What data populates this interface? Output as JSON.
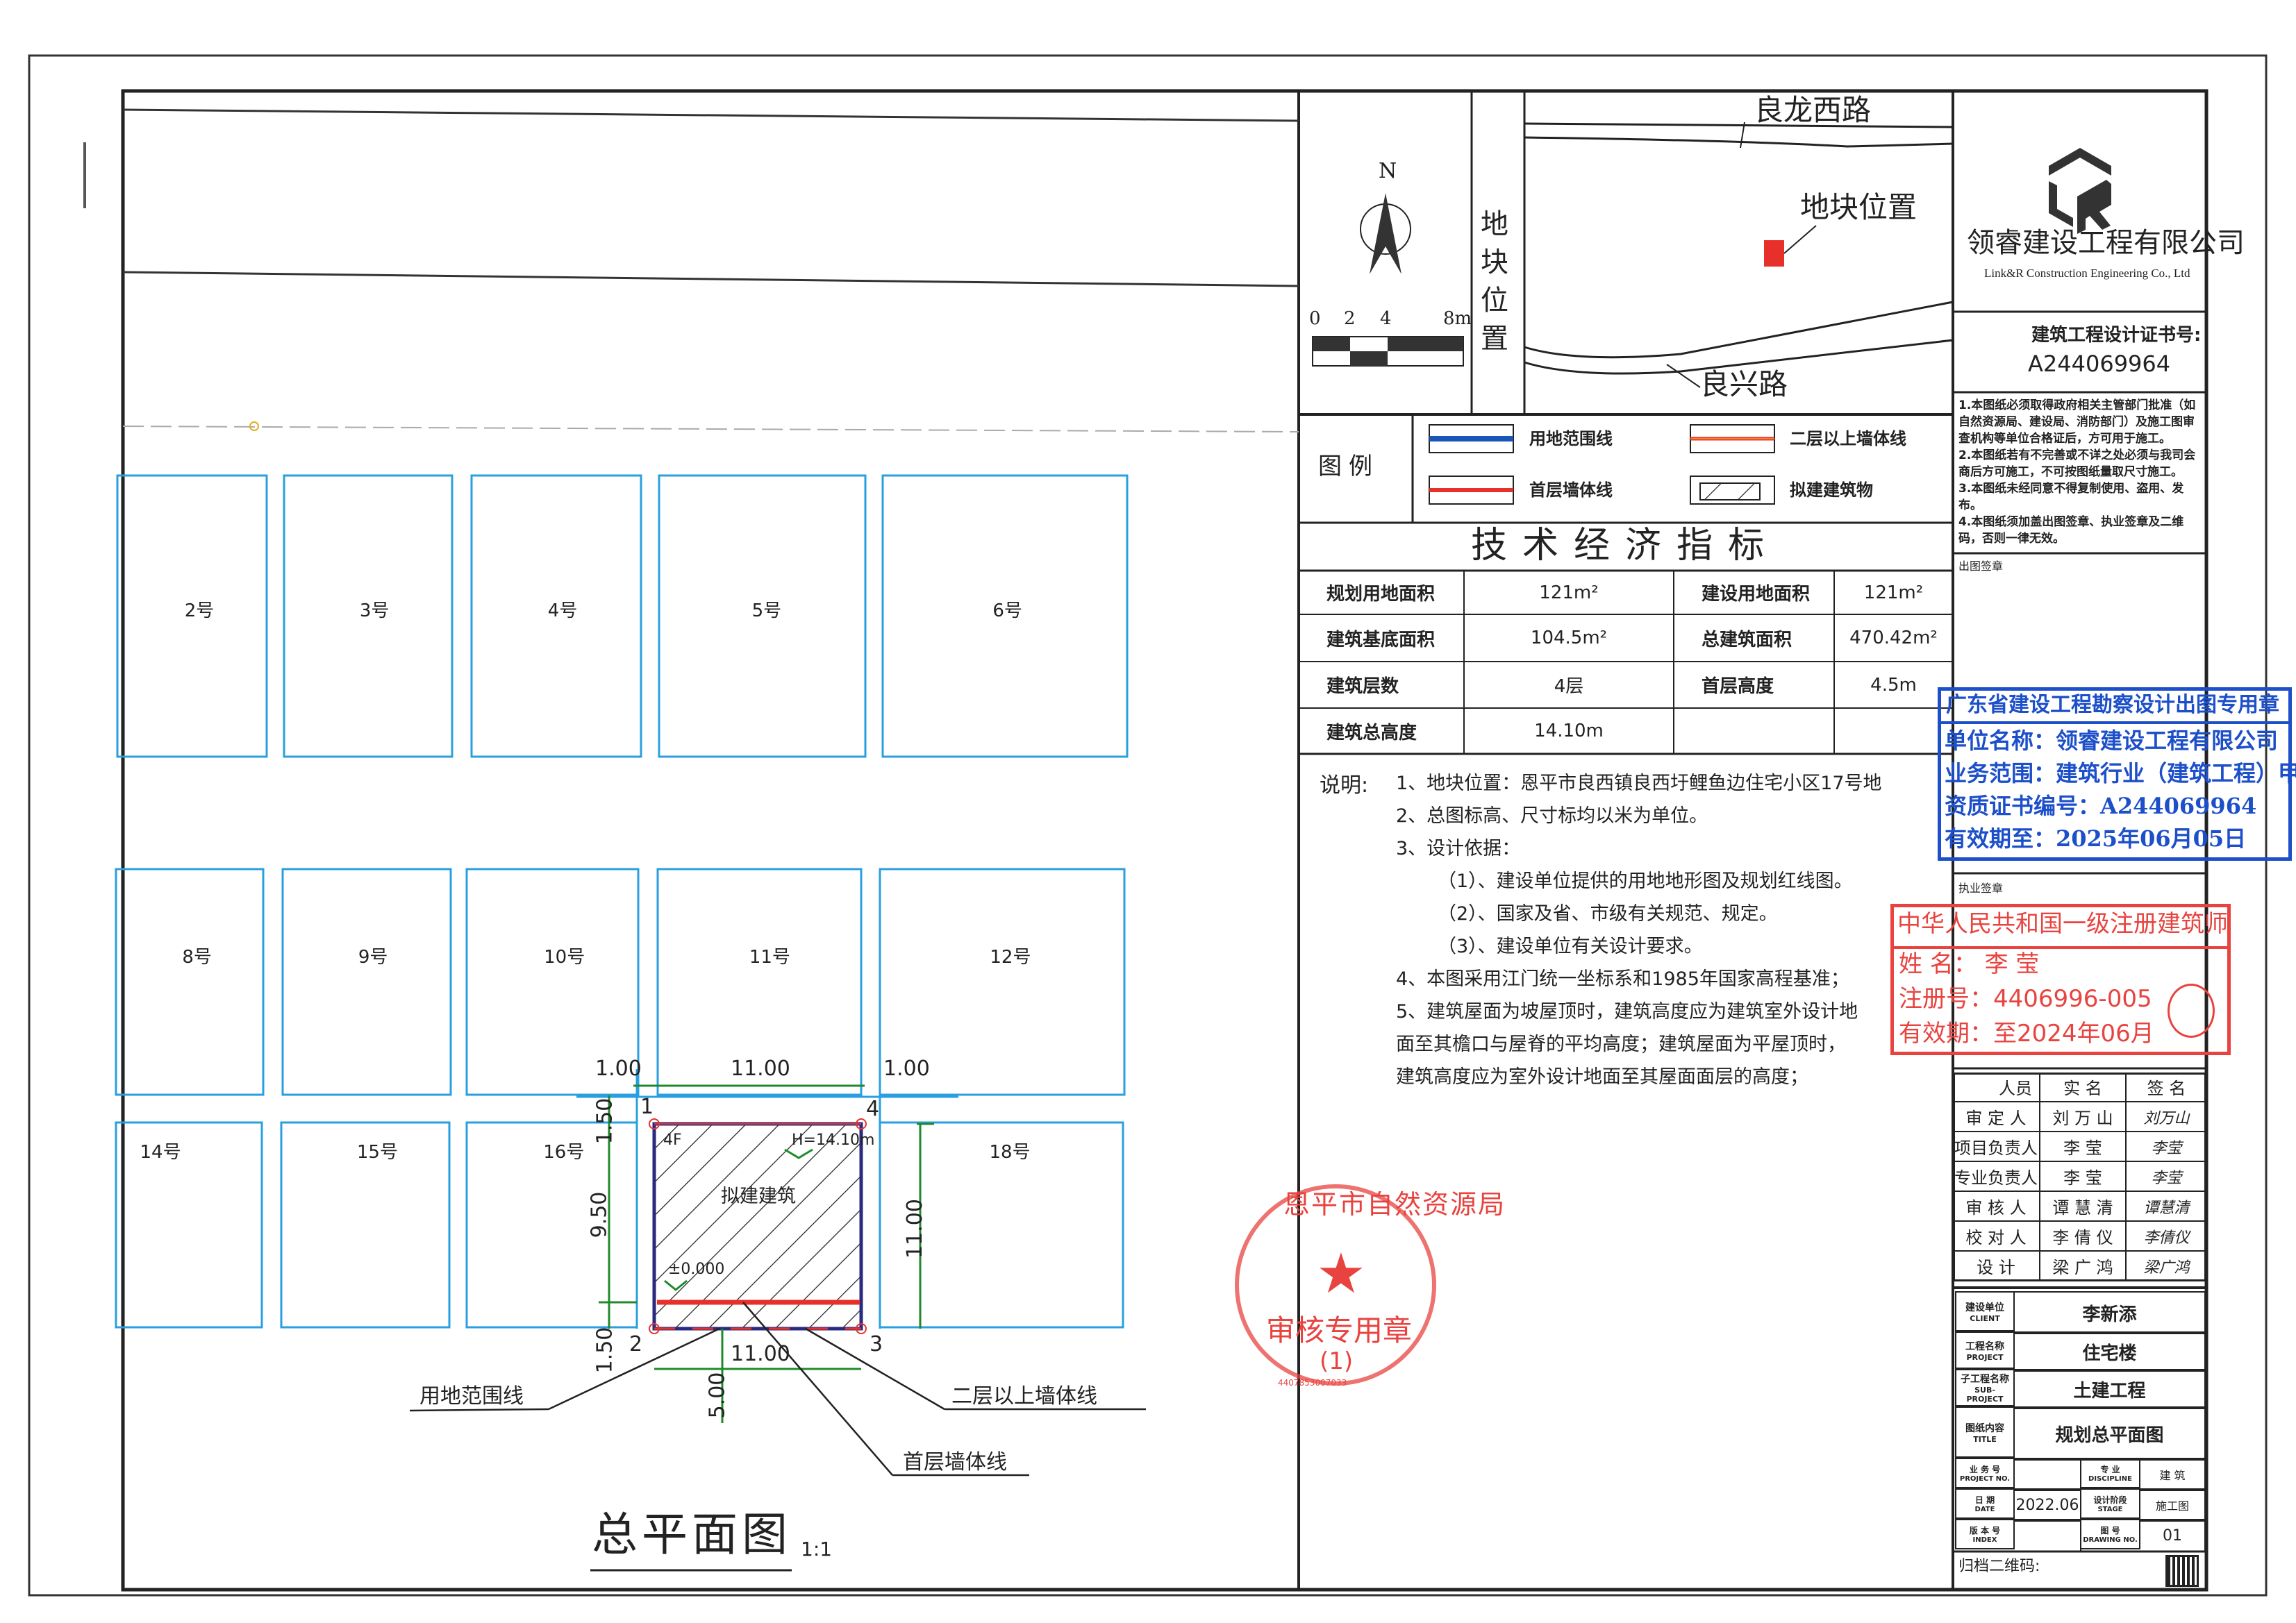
{
  "colors": {
    "lot_line": "#2a9fe0",
    "site_line": "#1a56b8",
    "wall_line": "#e8302b",
    "dim_line": "#1f8a2a",
    "stamp_blue": "#1c4fc9",
    "stamp_red": "#e8433f"
  },
  "plan": {
    "title": "总平面图",
    "scale": "1:1",
    "lots": [
      "2号",
      "3号",
      "4号",
      "5号",
      "6号",
      "8号",
      "9号",
      "10号",
      "11号",
      "12号",
      "14号",
      "15号",
      "16号",
      "18号"
    ],
    "building": {
      "label": "拟建建筑",
      "floors": "4F",
      "height_mark": "H=14.10m",
      "elevation_mark": "±0.000"
    },
    "corners": [
      "1",
      "2",
      "3",
      "4"
    ],
    "dims": {
      "top_left": "1.00",
      "top_mid": "11.00",
      "top_right": "1.00",
      "left_top": "1.50",
      "left_mid": "9.50",
      "left_bottom": "1.50",
      "right": "11.00",
      "bottom": "11.00",
      "setback": "5.00"
    },
    "callouts": {
      "site_line": "用地范围线",
      "upper_wall": "二层以上墙体线",
      "ground_wall": "首层墙体线"
    }
  },
  "location_map": {
    "north": "N",
    "scale_ticks": [
      "0",
      "2",
      "4",
      "8m"
    ],
    "side_title": "地块位置",
    "site_label": "地块位置",
    "road_north": "良龙西路",
    "road_south": "良兴路"
  },
  "legend": {
    "title": "图例",
    "items": [
      {
        "label": "用地范围线",
        "style": "blue-line"
      },
      {
        "label": "二层以上墙体线",
        "style": "red-orange-line"
      },
      {
        "label": "首层墙体线",
        "style": "red-line"
      },
      {
        "label": "拟建建筑物",
        "style": "hatch"
      }
    ]
  },
  "indicators": {
    "title": "技术经济指标",
    "rows": [
      [
        "规划用地面积",
        "121m²",
        "建设用地面积",
        "121m²"
      ],
      [
        "建筑基底面积",
        "104.5m²",
        "总建筑面积",
        "470.42m²"
      ],
      [
        "建筑层数",
        "4层",
        "首层高度",
        "4.5m"
      ],
      [
        "建筑总高度",
        "14.10m",
        "",
        ""
      ]
    ]
  },
  "notes": {
    "title": "说明:",
    "items": [
      "1、地块位置：恩平市良西镇良西圩鲤鱼边住宅小区17号地",
      "2、总图标高、尺寸标均以米为单位。",
      "3、设计依据：",
      "（1）、建设单位提供的用地地形图及规划红线图。",
      "（2）、国家及省、市级有关规范、规定。",
      "（3）、建设单位有关设计要求。",
      "4、本图采用江门统一坐标系和1985年国家高程基准；",
      "5、建筑屋面为坡屋顶时，建筑高度应为建筑室外设计地",
      "面至其檐口与屋脊的平均高度；建筑屋面为平屋顶时，",
      "建筑高度应为室外设计地面至其屋面面层的高度；"
    ]
  },
  "company": {
    "name_cn": "领睿建设工程有限公司",
    "name_en": "Link&R Construction Engineering Co., Ltd",
    "cert_label": "建筑工程设计证书号:",
    "cert_no": "A244069964"
  },
  "drawing_notes": [
    "1.本图纸必须取得政府相关主管部门批准（如自然资源局、建设局、消防部门）及施工图审查机构等单位合格证后，方可用于施工。",
    "2.本图纸若有不完善或不详之处必须与我司会商后方可施工，不可按图纸量取尺寸施工。",
    "3.本图纸未经同意不得复制使用、盗用、发布。",
    "4.本图纸须加盖出图签章、执业签章及二维码，否则一律无效。"
  ],
  "seal_box_label": "出图签章",
  "practice_seal_label": "执业签章",
  "blue_stamp": {
    "title": "广东省建设工程勘察设计出图专用章",
    "lines": [
      "单位名称：领睿建设工程有限公司",
      "业务范围：建筑行业（建筑工程）甲级",
      "资质证书编号：A244069964",
      "有效期至：2025年06月05日"
    ]
  },
  "architect_stamp": {
    "title": "中华人民共和国一级注册建筑师",
    "lines": [
      "姓 名：  李 莹",
      "注册号：4406996-005",
      "有效期：至2024年06月"
    ]
  },
  "round_stamp": {
    "org": "恩平市自然资源局",
    "purpose": "审核专用章",
    "index": "(1)",
    "code": "4407853007033"
  },
  "signatures": {
    "header": [
      "人员",
      "实 名",
      "签 名"
    ],
    "rows": [
      [
        "审 定 人",
        "刘 万 山",
        "刘万山"
      ],
      [
        "项目负责人",
        "李  莹",
        "李莹"
      ],
      [
        "专业负责人",
        "李  莹",
        "李莹"
      ],
      [
        "审 核 人",
        "谭 慧 清",
        "谭慧清"
      ],
      [
        "校 对 人",
        "李 倩 仪",
        "李倩仪"
      ],
      [
        "设  计",
        "梁 广 鸿",
        "梁广鸿"
      ]
    ]
  },
  "title_block": {
    "client": {
      "cn": "建设单位",
      "en": "CLIENT",
      "value": "李新添"
    },
    "project": {
      "cn": "工程名称",
      "en": "PROJECT",
      "value": "住宅楼"
    },
    "sub_project": {
      "cn": "子工程名称",
      "en": "SUB-PROJECT",
      "value": "土建工程"
    },
    "title": {
      "cn": "图纸内容",
      "en": "TITLE",
      "value": "规划总平面图"
    },
    "project_no": {
      "cn": "业 务 号",
      "en": "PROJECT NO.",
      "value": ""
    },
    "discipline": {
      "cn": "专   业",
      "en": "DISCIPLINE",
      "value": "建 筑"
    },
    "date": {
      "cn": "日   期",
      "en": "DATE",
      "value": "2022.06"
    },
    "stage": {
      "cn": "设计阶段",
      "en": "STAGE",
      "value": "施工图"
    },
    "index": {
      "cn": "版 本 号",
      "en": "INDEX",
      "value": ""
    },
    "drawing_no": {
      "cn": "图   号",
      "en": "DRAWING NO.",
      "value": "01"
    },
    "archive_qr_label": "归档二维码:"
  }
}
